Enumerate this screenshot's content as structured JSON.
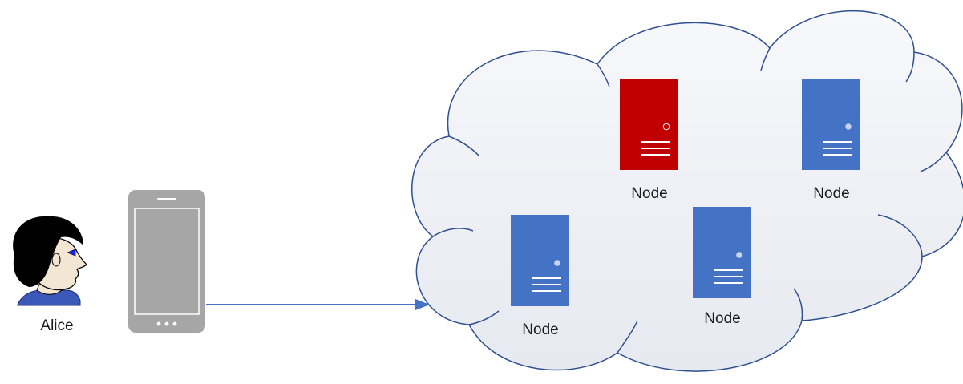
{
  "user": {
    "name": "Alice"
  },
  "nodes": [
    {
      "label": "Node",
      "status": "faulty",
      "color": "#c00000"
    },
    {
      "label": "Node",
      "status": "normal",
      "color": "#4472c4"
    },
    {
      "label": "Node",
      "status": "normal",
      "color": "#4472c4"
    },
    {
      "label": "Node",
      "status": "normal",
      "color": "#4472c4"
    }
  ],
  "colors": {
    "cloud_stroke": "#2f4f8f",
    "cloud_fill": "#eef0f5",
    "arrow": "#4472c4",
    "phone": "#a6a6a6"
  },
  "icons": [
    "person-icon",
    "smartphone-icon",
    "cloud-icon",
    "server-icon",
    "arrow-icon"
  ]
}
